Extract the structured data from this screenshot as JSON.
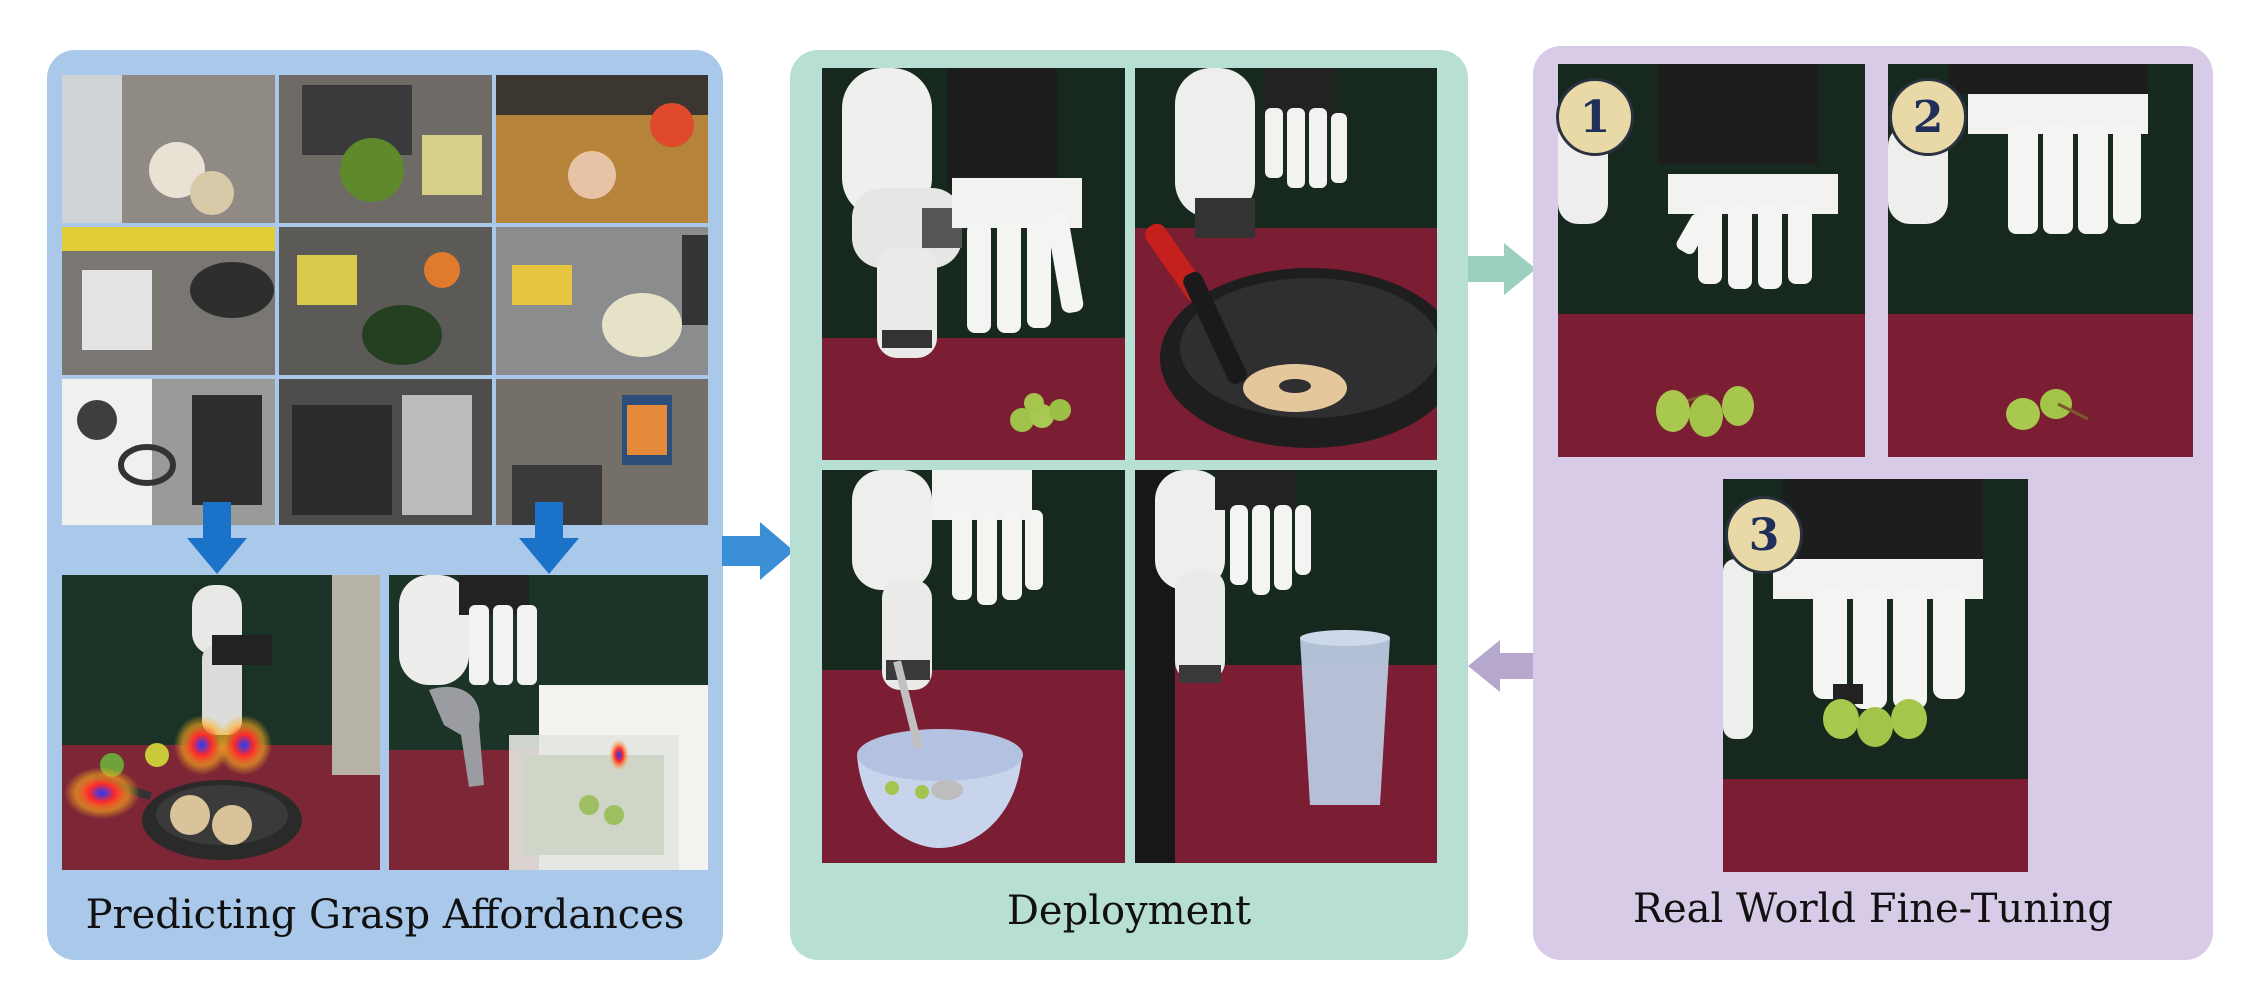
{
  "panels": {
    "predicting": {
      "label": "Predicting Grasp Affordances"
    },
    "deployment": {
      "label": "Deployment"
    },
    "finetuning": {
      "label": "Real World Fine-Tuning"
    }
  },
  "steps": [
    "1",
    "2",
    "3"
  ],
  "colors": {
    "predicting_bg": "#a9c8ea",
    "deployment_bg": "#b8dfd4",
    "finetuning_bg": "#d7cbe7",
    "down_arrow": "#1a73c8",
    "right_arrow": "#3b8fd6",
    "mint_arrow": "#9dcfbf",
    "lilac_arrow": "#b6a8cc",
    "badge_fill": "#e8d9a6",
    "badge_text": "#1f2f5a",
    "tablecloth": "#7a1b2e",
    "curtain": "#173227"
  }
}
